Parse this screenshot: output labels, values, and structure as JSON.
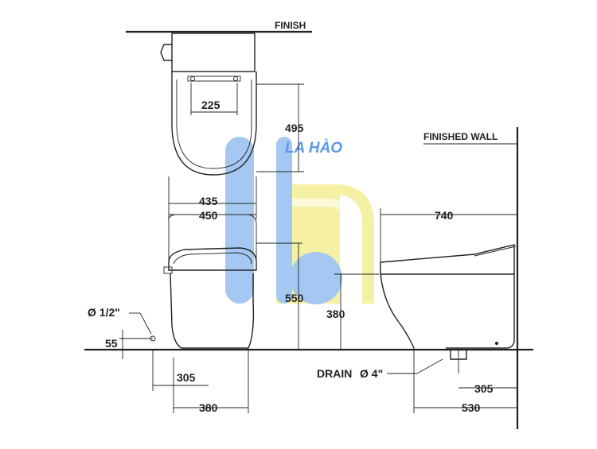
{
  "watermark": {
    "text": "LA HÀO",
    "colors": {
      "blue": "#9cc3f2",
      "yellow": "#f4ef9a",
      "text_blue": "#4a90e2"
    }
  },
  "labels": {
    "top_cut": "FINISH",
    "finished_wall": "FINISHED WALL",
    "drain": "DRAIN",
    "drain_size": "Ø 4\"",
    "supply": "Ø 1/2\""
  },
  "dimensions": {
    "lid_width": "225",
    "tank_height": "495",
    "outer_435": "435",
    "outer_450": "450",
    "length_740": "740",
    "height_550": "550",
    "height_380": "380",
    "supply_55": "55",
    "base_305": "305",
    "base_380": "380",
    "side_305": "305",
    "side_530": "530"
  }
}
